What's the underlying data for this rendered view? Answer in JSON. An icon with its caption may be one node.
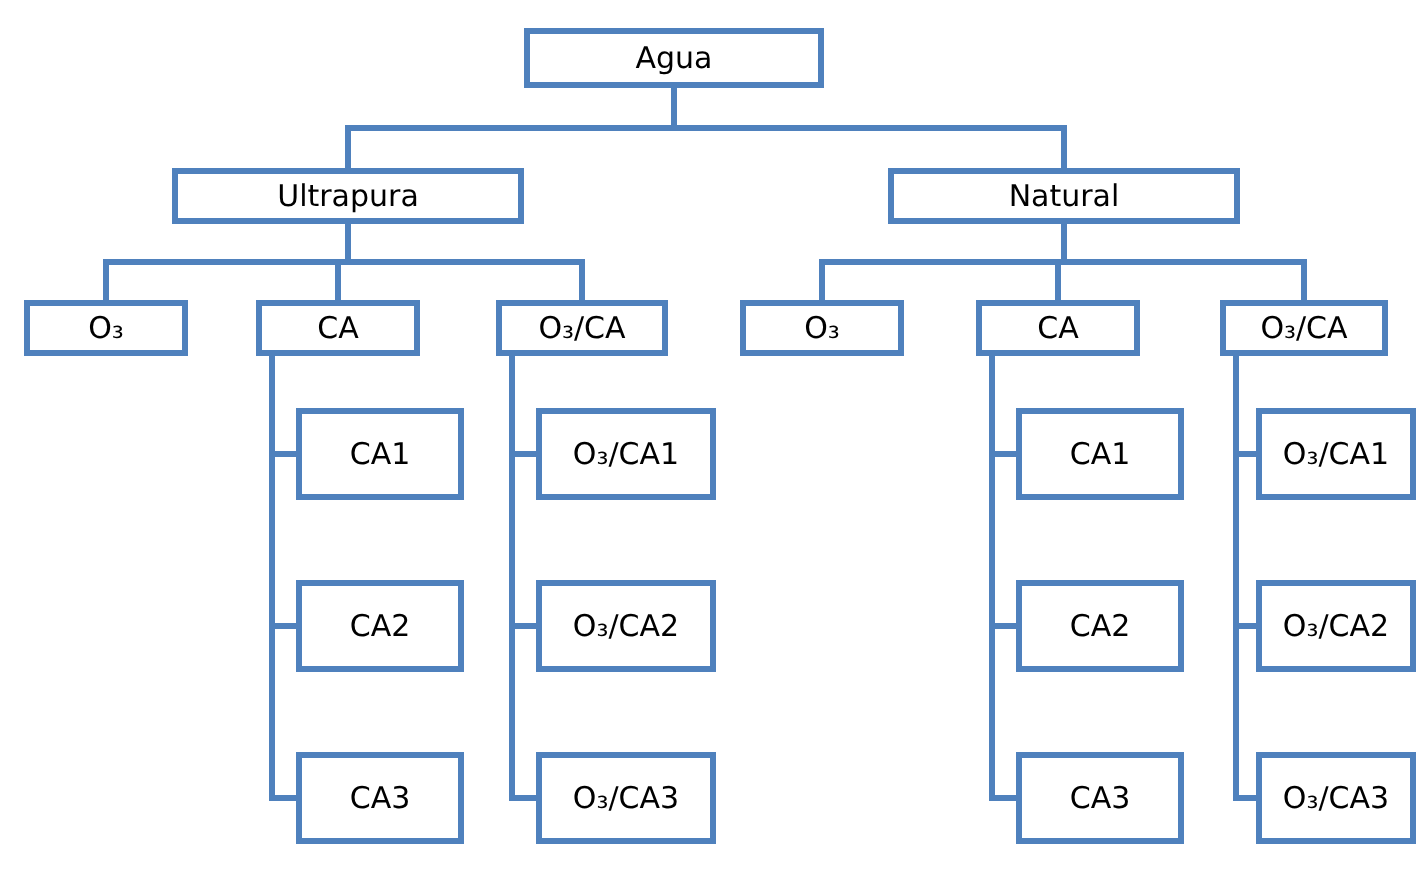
{
  "diagram": {
    "nodes": [
      {
        "text": [
          "Agua"
        ]
      },
      {
        "text": [
          "Ultrapura"
        ]
      },
      {
        "text": [
          "Natural"
        ]
      },
      {
        "text": [
          "O₃"
        ]
      },
      {
        "text": [
          "CA"
        ]
      },
      {
        "text": [
          "O₃/CA"
        ]
      },
      {
        "text": [
          "O₃"
        ]
      },
      {
        "text": [
          "CA"
        ]
      },
      {
        "text": [
          "O₃/CA"
        ]
      },
      {
        "text": [
          "CA1"
        ]
      },
      {
        "text": [
          "CA2"
        ]
      },
      {
        "text": [
          "CA3"
        ]
      },
      {
        "text": [
          "O₃/CA1"
        ]
      },
      {
        "text": [
          "O₃/CA2"
        ]
      },
      {
        "text": [
          "O₃/CA3"
        ]
      },
      {
        "text": [
          "CA1"
        ]
      },
      {
        "text": [
          "CA2"
        ]
      },
      {
        "text": [
          "CA3"
        ]
      },
      {
        "text": [
          "O₃/CA1"
        ]
      },
      {
        "text": [
          "O₃/CA2"
        ]
      },
      {
        "text": [
          "O₃/CA3"
        ]
      }
    ],
    "edges": [
      {
        "from": 0,
        "to": 1,
        "arrow": "none"
      },
      {
        "from": 0,
        "to": 2,
        "arrow": "none"
      },
      {
        "from": 1,
        "to": 3,
        "arrow": "none"
      },
      {
        "from": 1,
        "to": 4,
        "arrow": "none"
      },
      {
        "from": 1,
        "to": 5,
        "arrow": "none"
      },
      {
        "from": 2,
        "to": 6,
        "arrow": "none"
      },
      {
        "from": 2,
        "to": 7,
        "arrow": "none"
      },
      {
        "from": 2,
        "to": 8,
        "arrow": "none"
      },
      {
        "from": 4,
        "to": 9,
        "arrow": "none"
      },
      {
        "from": 4,
        "to": 10,
        "arrow": "none"
      },
      {
        "from": 4,
        "to": 11,
        "arrow": "none"
      },
      {
        "from": 5,
        "to": 12,
        "arrow": "none"
      },
      {
        "from": 5,
        "to": 13,
        "arrow": "none"
      },
      {
        "from": 5,
        "to": 14,
        "arrow": "none"
      },
      {
        "from": 7,
        "to": 15,
        "arrow": "none"
      },
      {
        "from": 7,
        "to": 16,
        "arrow": "none"
      },
      {
        "from": 7,
        "to": 17,
        "arrow": "none"
      },
      {
        "from": 8,
        "to": 18,
        "arrow": "none"
      },
      {
        "from": 8,
        "to": 19,
        "arrow": "none"
      },
      {
        "from": 8,
        "to": 20,
        "arrow": "none"
      }
    ]
  }
}
